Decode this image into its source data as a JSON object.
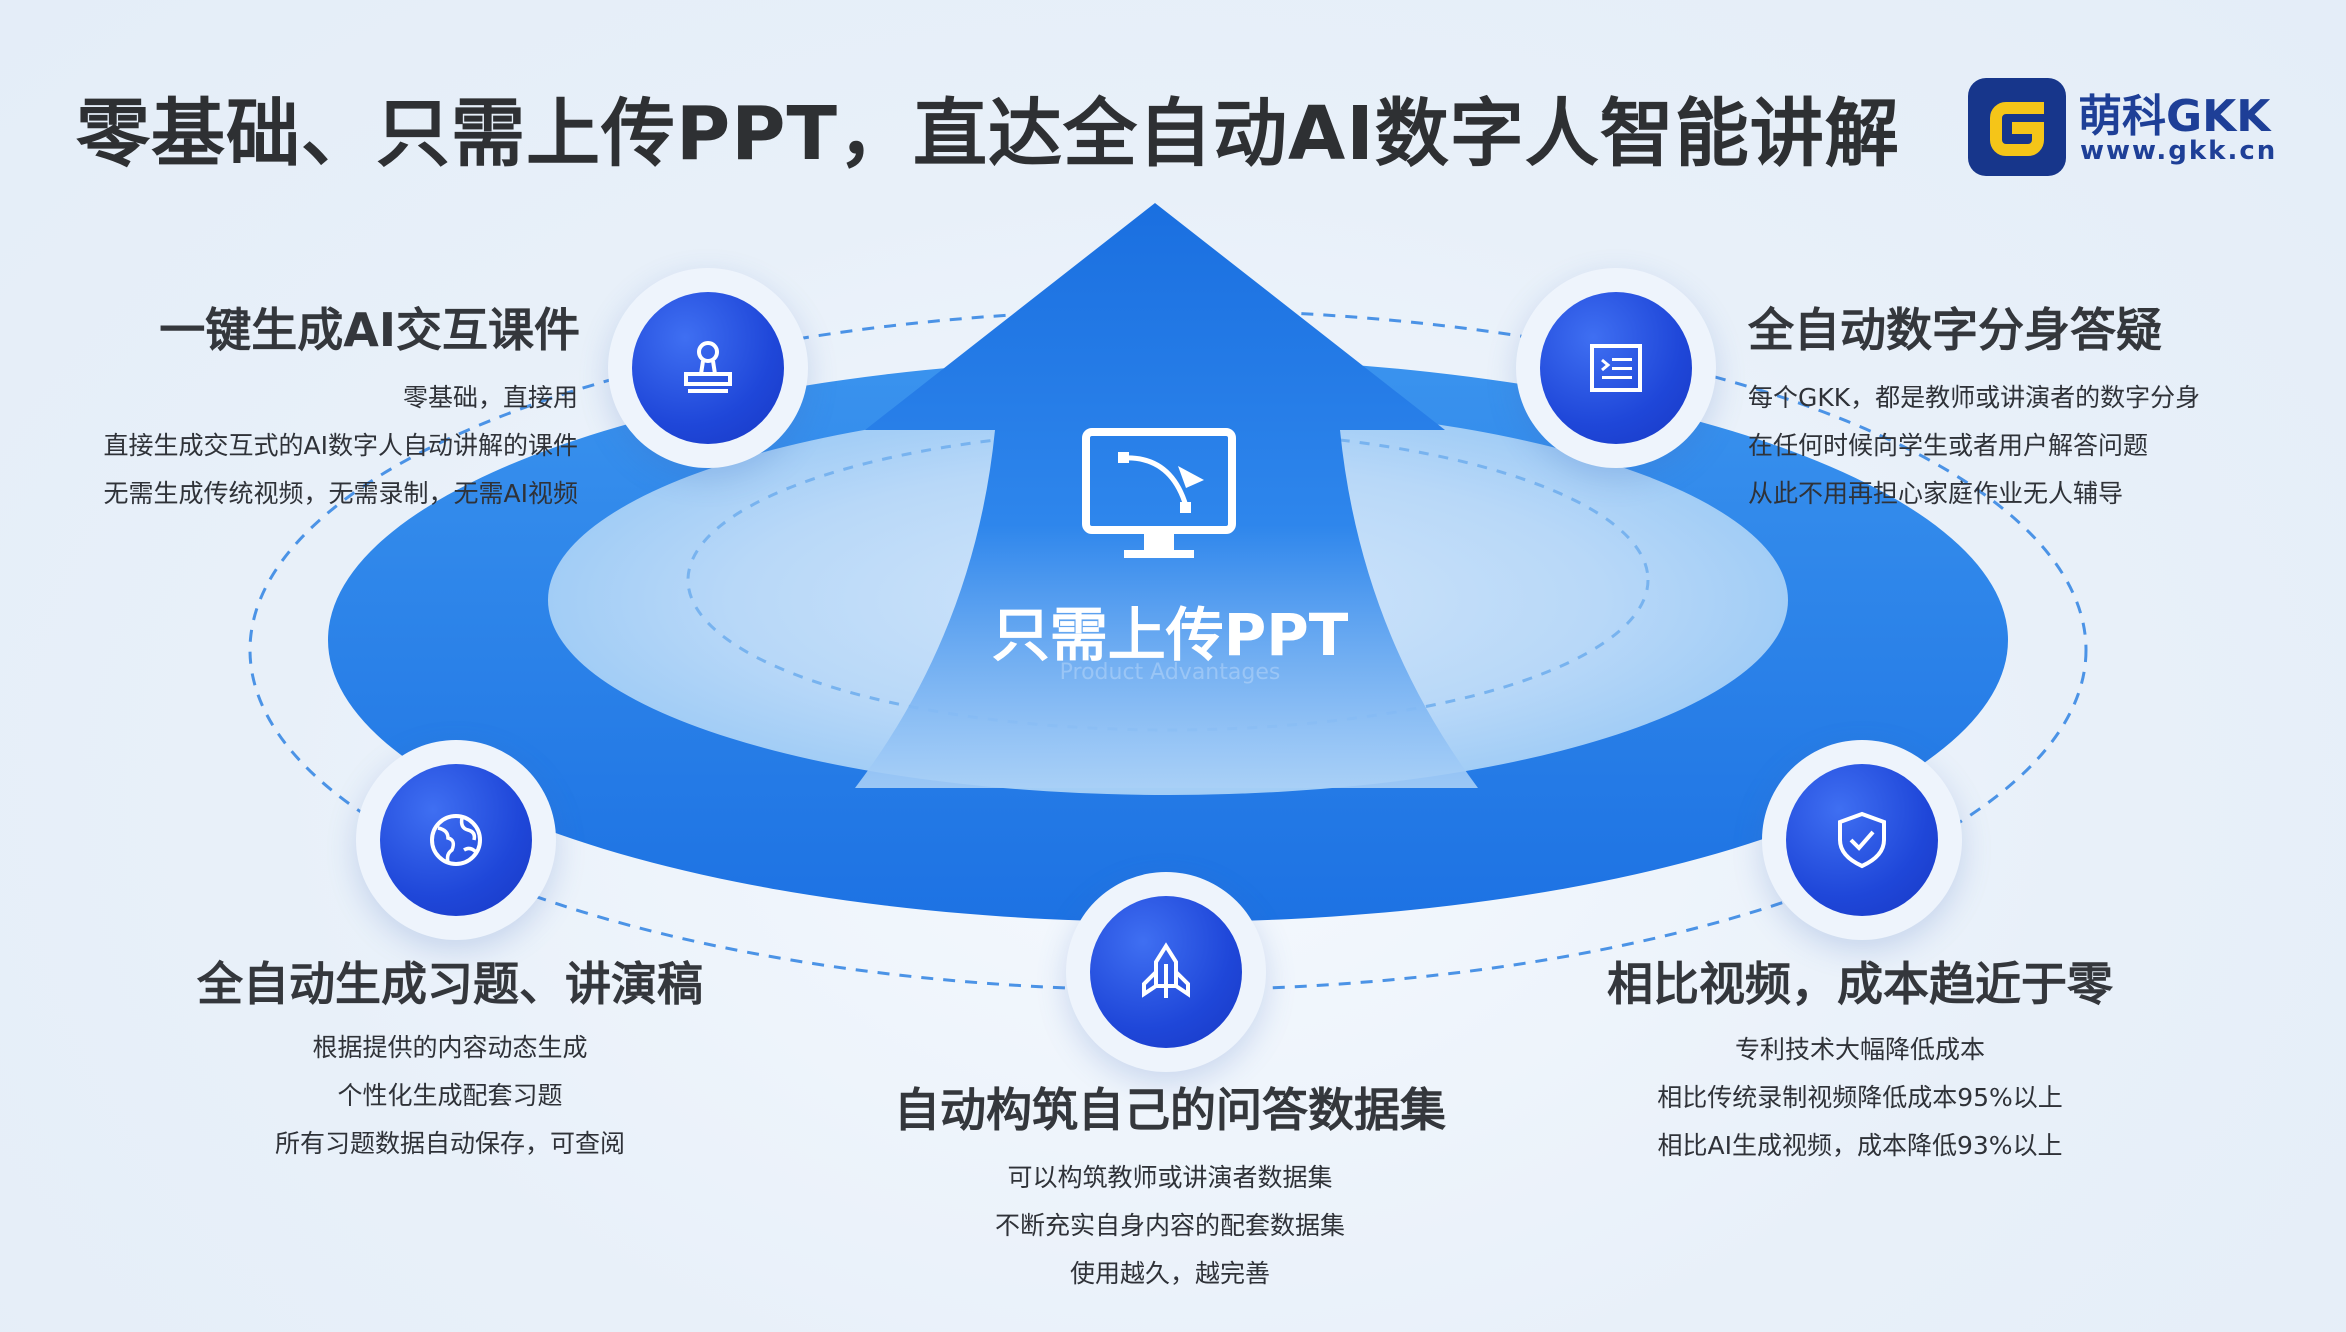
{
  "header": {
    "title": "零基础、只需上传PPT，直达全自动AI数字人智能讲解"
  },
  "logo": {
    "mark": "G",
    "name": "萌科GKK",
    "url": "www.gkk.cn"
  },
  "center": {
    "label": "只需上传PPT",
    "sub": "Product Advantages",
    "icon": "presentation-monitor-icon"
  },
  "colors": {
    "accent": "#1f47d9",
    "arrow": "#1a6fe0",
    "ring": "#2a86ea",
    "title_text": "#2e3033"
  },
  "features": {
    "courseware": {
      "icon": "stamp-icon",
      "title": "一键生成AI交互课件",
      "lines": [
        "零基础，直接用",
        "直接生成交互式的AI数字人自动讲解的课件",
        "无需生成传统视频，无需录制，无需AI视频"
      ]
    },
    "avatar": {
      "icon": "terminal-window-icon",
      "title": "全自动数字分身答疑",
      "lines": [
        "每个GKK，都是教师或讲演者的数字分身",
        "在任何时候向学生或者用户解答问题",
        "从此不用再担心家庭作业无人辅导"
      ]
    },
    "exercises": {
      "icon": "globe-icon",
      "title": "全自动生成习题、讲演稿",
      "lines": [
        "根据提供的内容动态生成",
        "个性化生成配套习题",
        "所有习题数据自动保存，可查阅"
      ]
    },
    "dataset": {
      "icon": "rocket-icon",
      "title": "自动构筑自己的问答数据集",
      "lines": [
        "可以构筑教师或讲演者数据集",
        "不断充实自身内容的配套数据集",
        "使用越久，越完善"
      ]
    },
    "cost": {
      "icon": "shield-check-icon",
      "title": "相比视频，成本趋近于零",
      "lines": [
        "专利技术大幅降低成本",
        "相比传统录制视频降低成本95%以上",
        "相比AI生成视频，成本降低93%以上"
      ]
    }
  }
}
